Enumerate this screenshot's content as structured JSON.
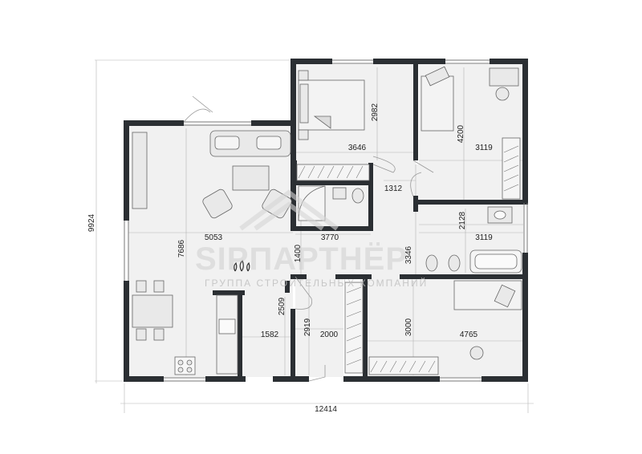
{
  "watermark": {
    "brand": "SIPПАРТНЁР",
    "tagline": "ГРУППА СТРОИТЕЛЬНЫХ КОМПАНИЙ"
  },
  "overall": {
    "width": "12414",
    "height": "9924"
  },
  "rooms": {
    "living_width": "5053",
    "living_height": "7686",
    "bedroom_height": "2982",
    "bedroom_width": "3646",
    "bedroom2_height": "4200",
    "bedroom2_width": "3119",
    "corridor_width": "1312",
    "bath_width": "3770",
    "bath2_height": "2128",
    "bath2_width": "3119",
    "corridor_height": "3346",
    "hall_height": "1400",
    "utility_height": "2509",
    "utility_width": "1582",
    "entry_height": "2919",
    "entry_width": "2000",
    "bedroom3_height": "3000",
    "bedroom3_width": "4765"
  },
  "colors": {
    "wall": "#2b2f33",
    "floor": "#f1f1f1",
    "line": "#9a9a9a",
    "furniture": "#e6e6e6"
  }
}
